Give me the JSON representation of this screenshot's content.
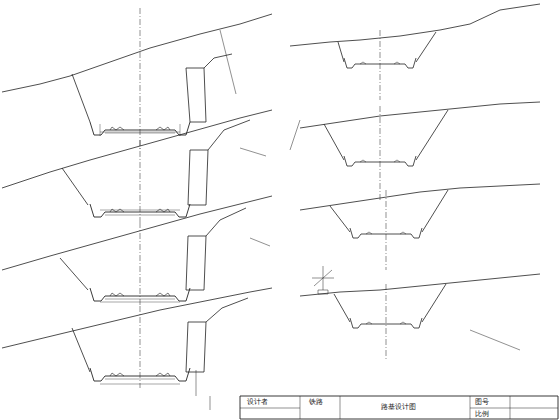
{
  "diagram": {
    "labels": [
      "设计者",
      "铁路",
      "路基设计图",
      "图号",
      "比例"
    ]
  }
}
